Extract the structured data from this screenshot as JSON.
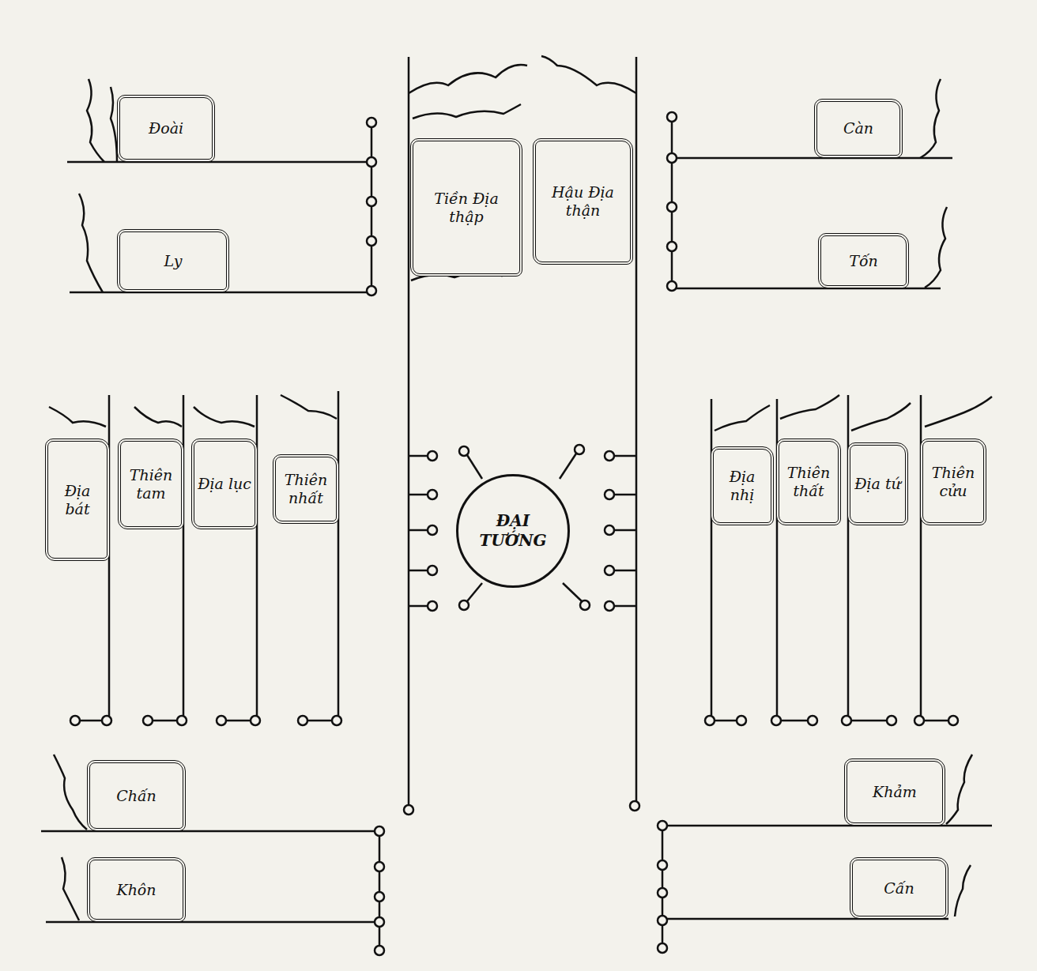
{
  "diagram": {
    "nodes": [
      {
        "text": [
          "Đoài"
        ]
      },
      {
        "text": [
          "Tiền Địa thập"
        ]
      },
      {
        "text": [
          "Hậu Địa thận"
        ]
      },
      {
        "text": [
          "Càn"
        ]
      },
      {
        "text": [
          "Ly"
        ]
      },
      {
        "text": [
          "Tốn"
        ]
      },
      {
        "text": [
          "Địa bát"
        ]
      },
      {
        "text": [
          "Thiên tam"
        ]
      },
      {
        "text": [
          "Địa lục"
        ]
      },
      {
        "text": [
          "Thiên nhất"
        ]
      },
      {
        "text": [
          "Địa nhị"
        ]
      },
      {
        "text": [
          "Thiên thất"
        ]
      },
      {
        "text": [
          "Địa tứ"
        ]
      },
      {
        "text": [
          "Thiên cửu"
        ]
      },
      {
        "text": [
          "ĐẠI TƯỚNG"
        ]
      },
      {
        "text": [
          "Chấn"
        ]
      },
      {
        "text": [
          "Khảm"
        ]
      },
      {
        "text": [
          "Khôn"
        ]
      },
      {
        "text": [
          "Cấn"
        ]
      }
    ]
  }
}
